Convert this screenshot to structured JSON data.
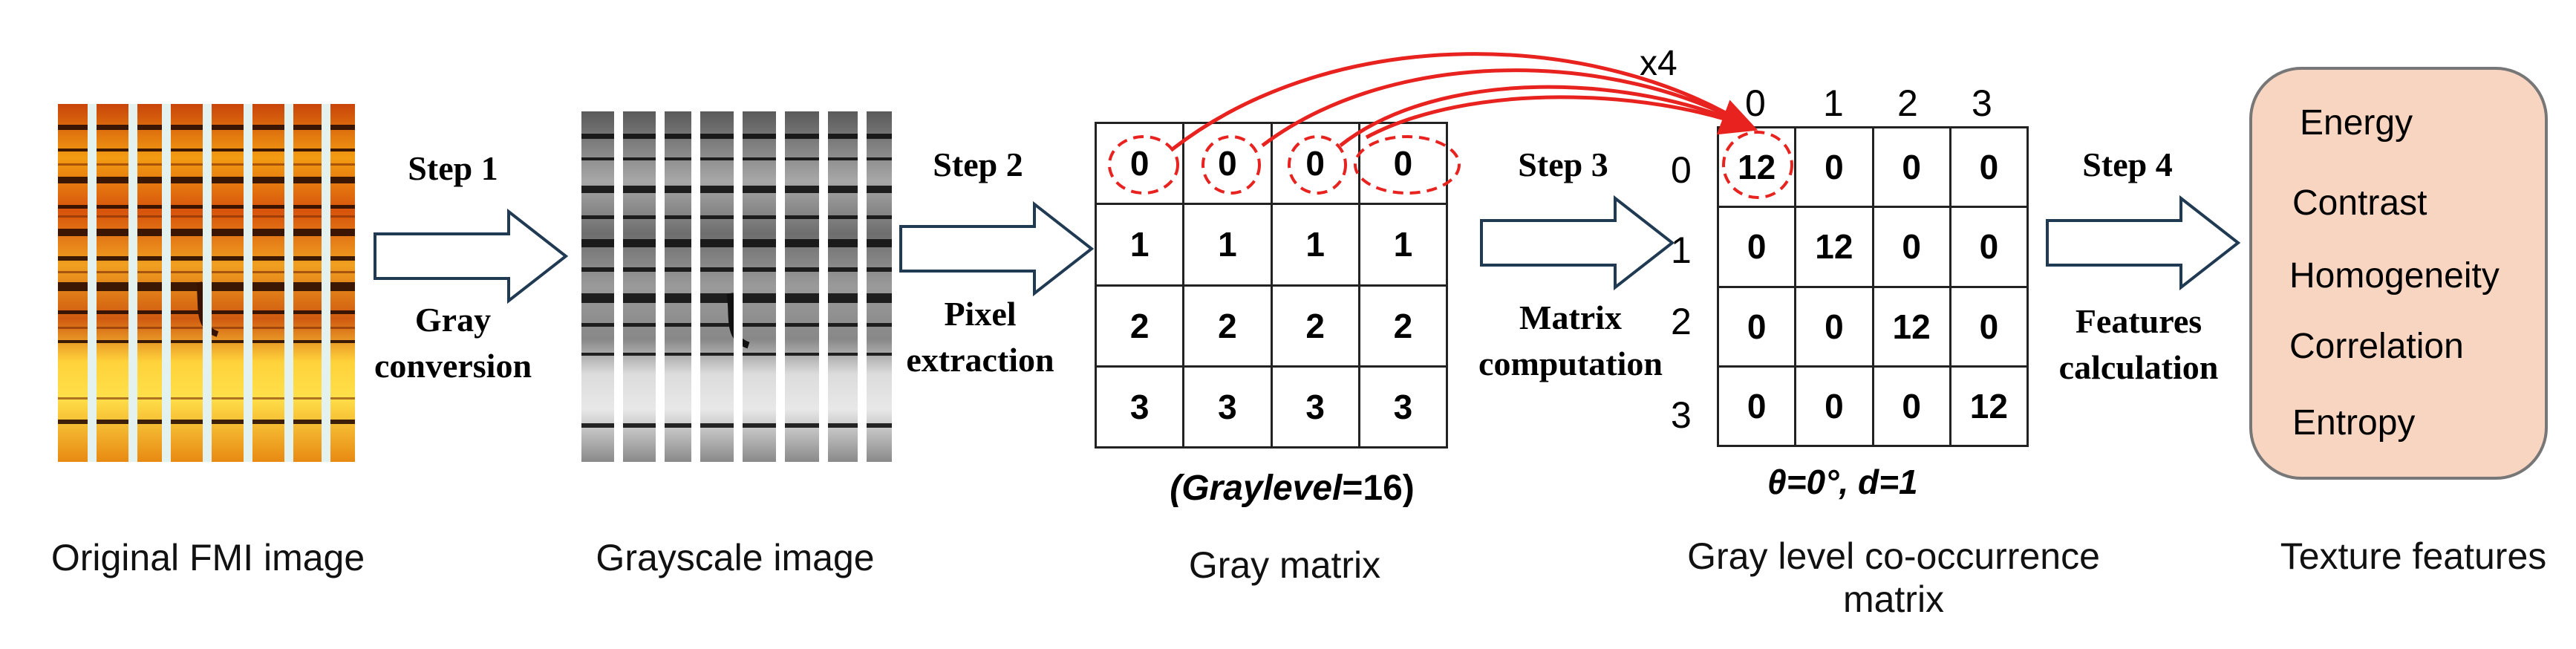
{
  "captions": {
    "original": "Original FMI image",
    "grayscale": "Grayscale  image",
    "gray_matrix": "Gray matrix",
    "glcm_line1": "Gray level co-occurrence",
    "glcm_line2": "matrix",
    "texture": "Texture features"
  },
  "steps": [
    {
      "title": "Step 1",
      "line1": "Gray",
      "line2": "conversion"
    },
    {
      "title": "Step 2",
      "line1": "Pixel",
      "line2": "extraction"
    },
    {
      "title": "Step 3",
      "line1": "Matrix",
      "line2": "computation"
    },
    {
      "title": "Step 4",
      "line1": "Features",
      "line2": "calculation"
    }
  ],
  "gray_matrix": {
    "rows": [
      [
        "0",
        "0",
        "0",
        "0"
      ],
      [
        "1",
        "1",
        "1",
        "1"
      ],
      [
        "2",
        "2",
        "2",
        "2"
      ],
      [
        "3",
        "3",
        "3",
        "3"
      ]
    ],
    "note_prefix": "(",
    "note_italic": "Graylevel",
    "note_suffix": "=16)"
  },
  "glcm": {
    "col_headers": [
      "0",
      "1",
      "2",
      "3"
    ],
    "row_headers": [
      "0",
      "1",
      "2",
      "3"
    ],
    "rows": [
      [
        "12",
        "0",
        "0",
        "0"
      ],
      [
        "0",
        "12",
        "0",
        "0"
      ],
      [
        "0",
        "0",
        "12",
        "0"
      ],
      [
        "0",
        "0",
        "0",
        "12"
      ]
    ],
    "params": "θ=0°,  d=1",
    "multiplier": "x4"
  },
  "features": [
    "Energy",
    "Contrast",
    "Homogeneity",
    "Correlation",
    "Entropy"
  ],
  "colors": {
    "arrow_red": "#e8231f",
    "feature_box_fill": "#f8d5c1",
    "block_arrow_stroke": "#1f3a52",
    "fmi_base": "#e07a10"
  }
}
